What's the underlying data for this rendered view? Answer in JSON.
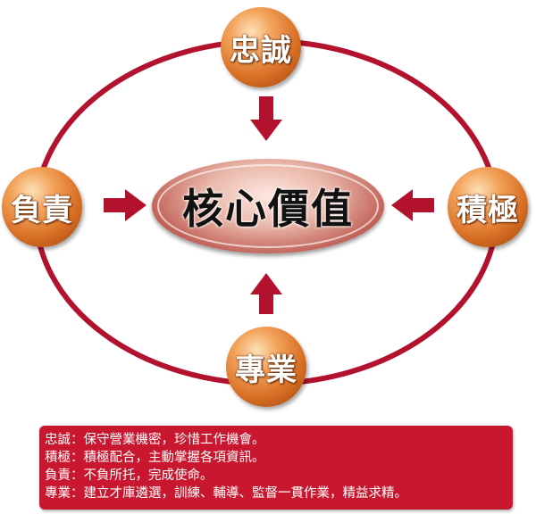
{
  "core": {
    "label": "核心價值"
  },
  "nodes": {
    "top": "忠誠",
    "right": "積極",
    "bottom": "專業",
    "left": "負責"
  },
  "descriptions": [
    "忠誠：保守營業機密，珍惜工作機會。",
    "積極：積極配合，主動掌握各項資訊。",
    "負責：不負所托，完成使命。",
    "專業：建立才庫遴選，訓練、輔導、監督一貫作業，精益求精。"
  ],
  "colors": {
    "ring": "#b3122e",
    "arrow": "#b3122e",
    "node": "#e07a2e",
    "panel": "#c8172f"
  }
}
